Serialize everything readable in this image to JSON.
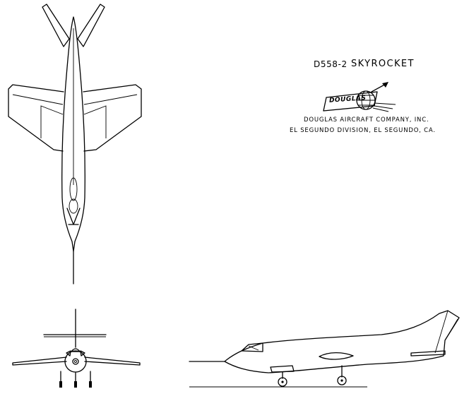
{
  "title": {
    "designation": "D558-2",
    "aircraft_name": "SKYROCKET"
  },
  "logo": {
    "word": "DOUGLAS",
    "icon": "douglas-globe-logo"
  },
  "manufacturer": {
    "company": "DOUGLAS AIRCRAFT COMPANY, INC.",
    "division": "EL SEGUNDO DIVISION, EL SEGUNDO, CA."
  },
  "views": [
    "top-view",
    "front-view",
    "side-view"
  ],
  "colors": {
    "ink": "#000000",
    "paper": "#ffffff"
  }
}
